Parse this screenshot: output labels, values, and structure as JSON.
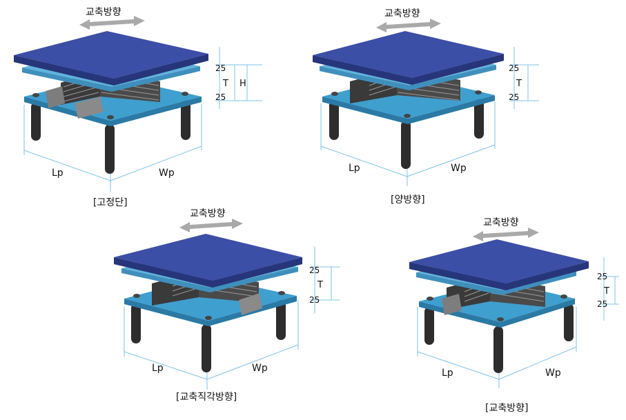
{
  "figures": [
    {
      "id": "fixed",
      "caption": "[고정단]",
      "arrow_label": "교축방향",
      "dim_top": "25",
      "dim_mid": "T",
      "dim_bottom": "25",
      "dim_total": "H",
      "length_label": "Lp",
      "width_label": "Wp"
    },
    {
      "id": "bidirectional",
      "caption": "[양방향]",
      "arrow_label": "교축방향",
      "dim_top": "25",
      "dim_mid": "T",
      "dim_bottom": "25",
      "length_label": "Lp",
      "width_label": "Wp"
    },
    {
      "id": "transverse",
      "caption": "[교축직각방향]",
      "arrow_label": "교축방향",
      "dim_top": "25",
      "dim_mid": "T",
      "dim_bottom": "25",
      "length_label": "Lp",
      "width_label": "Wp"
    },
    {
      "id": "longitudinal",
      "caption": "[교축방향]",
      "arrow_label": "교축방향",
      "dim_top": "25",
      "dim_mid": "T",
      "dim_bottom": "25",
      "length_label": "Lp",
      "width_label": "Wp"
    }
  ],
  "colors": {
    "top_plate": "#3c4fa6",
    "top_plate_edge": "#27357a",
    "mid_plate": "#5fb3dc",
    "base_plate": "#3f9fcf",
    "base_plate_edge": "#2a7aa5",
    "rubber": "#3a3a3a",
    "leg": "#2d2d2d",
    "stopper": "#7d7d7d",
    "arrow": "#a9a9a9",
    "dim_line": "#7ec3e6"
  }
}
